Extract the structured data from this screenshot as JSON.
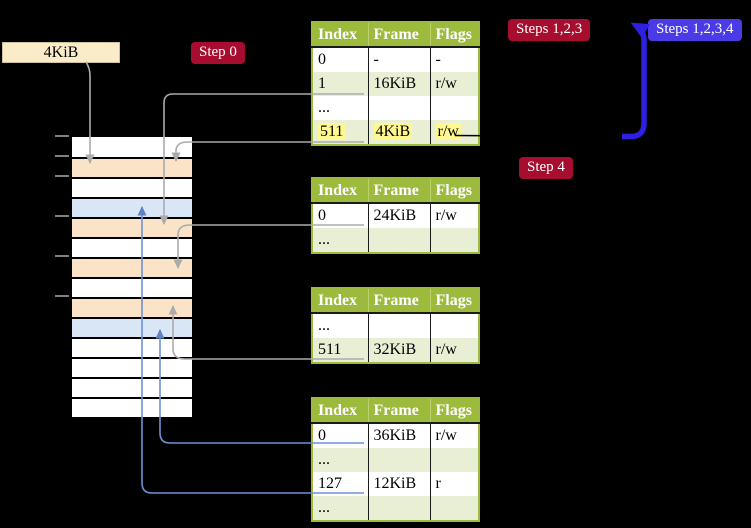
{
  "colors": {
    "green": "#9cba3b",
    "palegreen": "#e9efd4",
    "yellow": "#fff78f",
    "badge_red": "#a60d2e",
    "badge_blue": "#4b3be6",
    "arrow_blue": "#2e20e0",
    "arrow_steel": "#6c92d4",
    "arrow_gray": "#ababab",
    "peach": "#fbe3c7",
    "lightblue": "#d8e6f6",
    "cream": "#faecc9"
  },
  "frame_label": {
    "text": "4KiB"
  },
  "badges": {
    "step0": "Step 0",
    "steps123": "Steps 1,2,3",
    "steps1234": "Steps 1,2,3,4",
    "step4": "Step 4"
  },
  "memory_column": {
    "rows": [
      {
        "color": "white"
      },
      {
        "color": "peach"
      },
      {
        "color": "white"
      },
      {
        "color": "blue"
      },
      {
        "color": "peach"
      },
      {
        "color": "white"
      },
      {
        "color": "peach"
      },
      {
        "color": "white"
      },
      {
        "color": "peach"
      },
      {
        "color": "blue"
      },
      {
        "color": "white"
      },
      {
        "color": "white"
      },
      {
        "color": "white"
      },
      {
        "color": "white"
      }
    ]
  },
  "tables": [
    {
      "id": "page-table-level-4",
      "headers": [
        "Index",
        "Frame",
        "Flags"
      ],
      "rows": [
        [
          "0",
          "-",
          "-"
        ],
        [
          "1",
          "16KiB",
          "r/w"
        ],
        [
          "...",
          "",
          ""
        ],
        [
          "511",
          "4KiB",
          "r/w"
        ]
      ],
      "highlight_row": 3
    },
    {
      "id": "page-table-level-3",
      "headers": [
        "Index",
        "Frame",
        "Flags"
      ],
      "rows": [
        [
          "0",
          "24KiB",
          "r/w"
        ],
        [
          "...",
          "",
          ""
        ]
      ],
      "highlight_row": -1
    },
    {
      "id": "page-table-level-2",
      "headers": [
        "Index",
        "Frame",
        "Flags"
      ],
      "rows": [
        [
          "...",
          "",
          ""
        ],
        [
          "511",
          "32KiB",
          "r/w"
        ]
      ],
      "highlight_row": -1
    },
    {
      "id": "page-table-level-1",
      "headers": [
        "Index",
        "Frame",
        "Flags"
      ],
      "rows": [
        [
          "0",
          "36KiB",
          "r/w"
        ],
        [
          "...",
          "",
          ""
        ],
        [
          "127",
          "12KiB",
          "r"
        ],
        [
          "...",
          "",
          ""
        ]
      ],
      "highlight_row": -1
    }
  ]
}
